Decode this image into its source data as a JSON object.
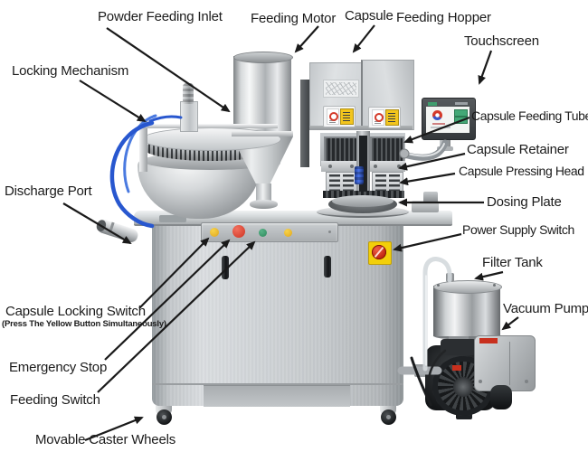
{
  "labels": {
    "powder_feeding_inlet": "Powder Feeding Inlet",
    "feeding_motor": "Feeding Motor",
    "capsule": "Capsule",
    "feeding_hopper": "Feeding Hopper",
    "touchscreen": "Touchscreen",
    "locking_mechanism": "Locking Mechanism",
    "capsule_feeding_tube": "Capsule Feeding Tube",
    "capsule_retainer": "Capsule Retainer",
    "capsule_pressing_head": "Capsule Pressing Head",
    "discharge_port": "Discharge Port",
    "dosing_plate": "Dosing Plate",
    "power_supply_switch": "Power Supply Switch",
    "filter_tank": "Filter Tank",
    "vacuum_pump": "Vacuum Pump",
    "capsule_locking_switch": "Capsule Locking Switch",
    "capsule_locking_switch_note": "(Press The Yellow Button Simultaneously)",
    "emergency_stop": "Emergency Stop",
    "feeding_switch": "Feeding Switch",
    "movable_caster_wheels": "Movable Caster Wheels"
  },
  "colors": {
    "annotation_arrow": "#1a1a1a",
    "pneumatic_tube_blue": "#2857cf",
    "button_yellow": "#edc22e",
    "button_red": "#e04a36",
    "button_green": "#3d9e71",
    "power_switch_plate": "#f2cf0a",
    "power_switch_knob": "#c02410",
    "machine_steel": "#c9cdd0",
    "warning_sticker_yellow": "#f2c51d",
    "warning_sticker_red": "#d43a2a"
  }
}
